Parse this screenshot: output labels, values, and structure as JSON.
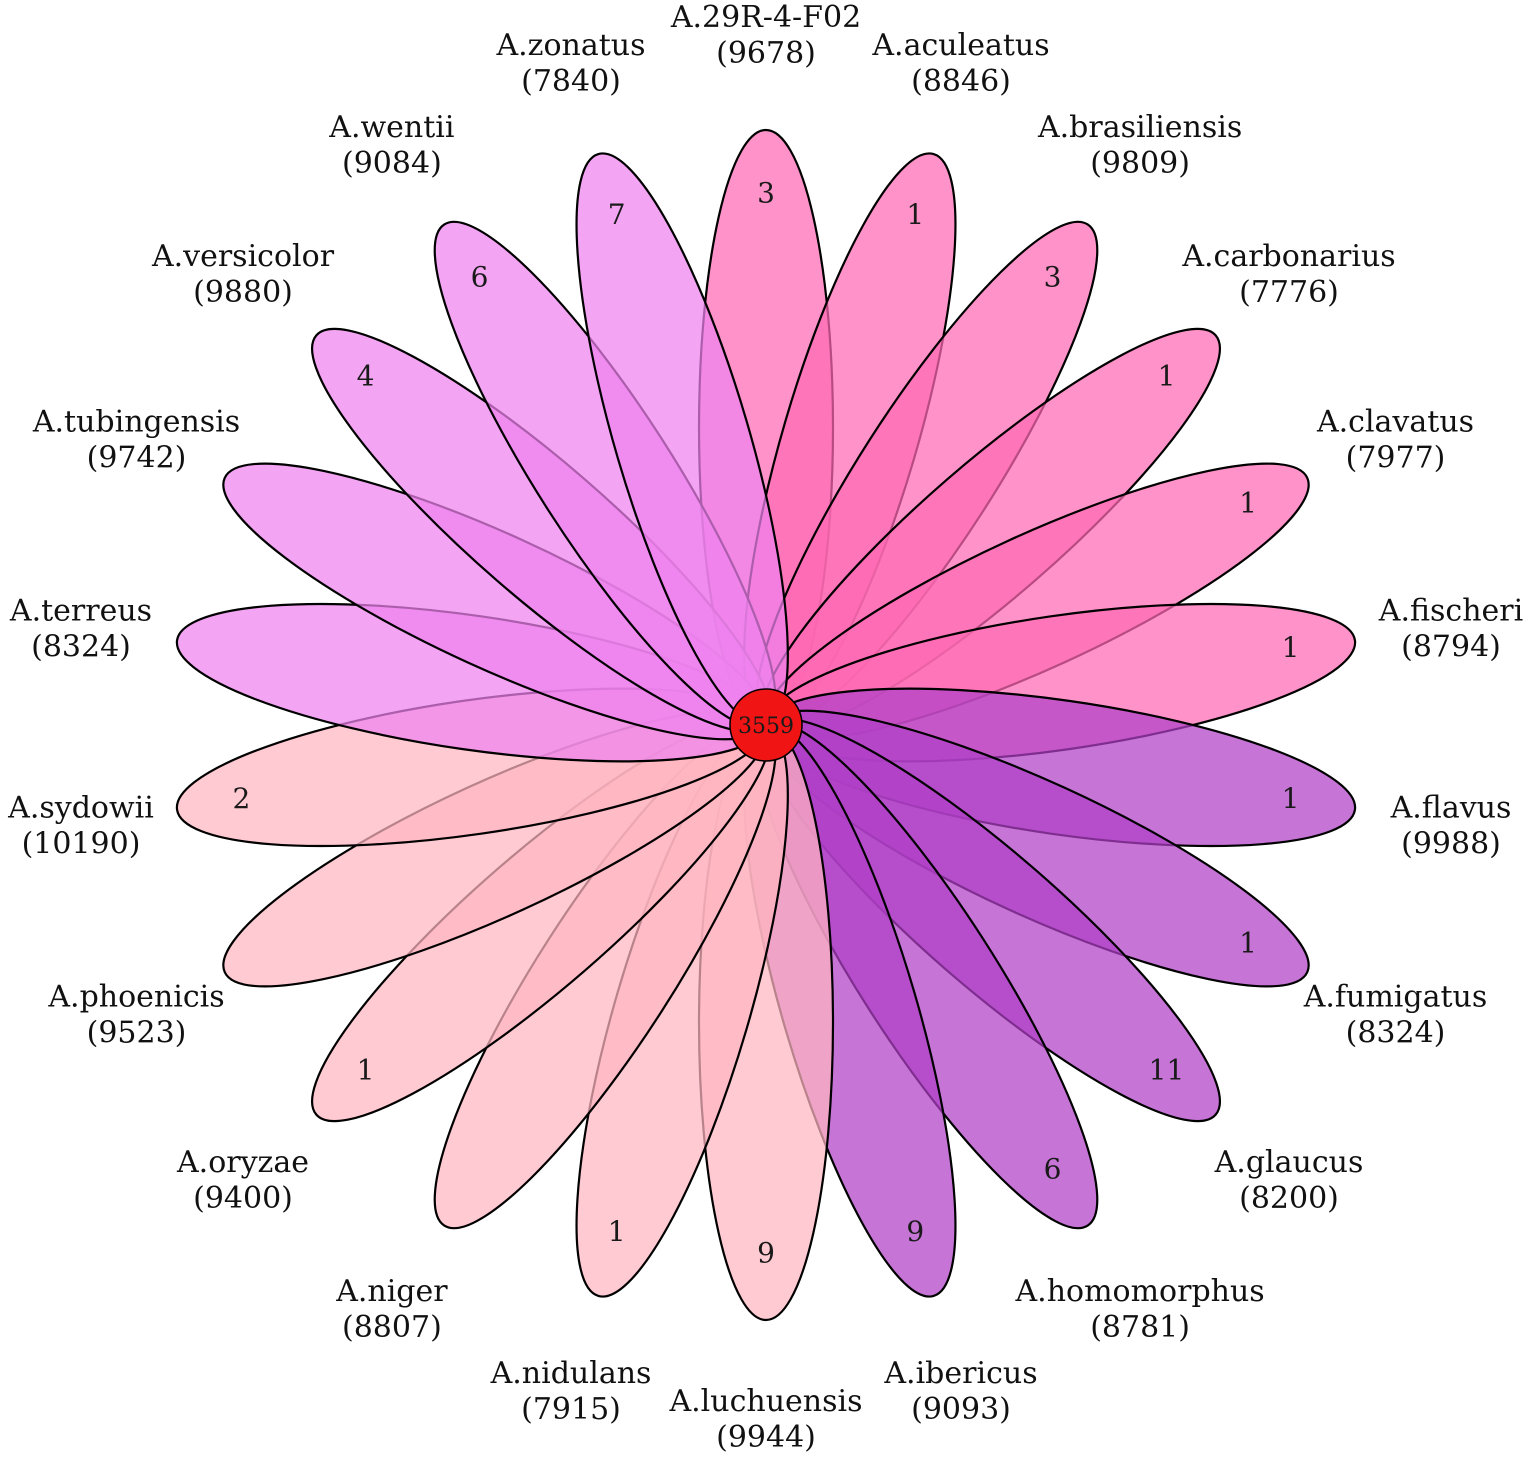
{
  "core": {
    "value": "3559",
    "color": "#f01414"
  },
  "petals": [
    {
      "species": "A.29R-4-F02",
      "total": "(9678)",
      "unique": "3",
      "color": "#ff69b4"
    },
    {
      "species": "A.aculeatus",
      "total": "(8846)",
      "unique": "1",
      "color": "#ff69b4"
    },
    {
      "species": "A.brasiliensis",
      "total": "(9809)",
      "unique": "3",
      "color": "#ff69b4"
    },
    {
      "species": "A.carbonarius",
      "total": "(7776)",
      "unique": "1",
      "color": "#ff69b4"
    },
    {
      "species": "A.clavatus",
      "total": "(7977)",
      "unique": "1",
      "color": "#ff69b4"
    },
    {
      "species": "A.fischeri",
      "total": "(8794)",
      "unique": "1",
      "color": "#ff69b4"
    },
    {
      "species": "A.flavus",
      "total": "(9988)",
      "unique": "1",
      "color": "#b040c8"
    },
    {
      "species": "A.fumigatus",
      "total": "(8324)",
      "unique": "1",
      "color": "#b040c8"
    },
    {
      "species": "A.glaucus",
      "total": "(8200)",
      "unique": "11",
      "color": "#b040c8"
    },
    {
      "species": "A.homomorphus",
      "total": "(8781)",
      "unique": "6",
      "color": "#b040c8"
    },
    {
      "species": "A.ibericus",
      "total": "(9093)",
      "unique": "9",
      "color": "#b040c8"
    },
    {
      "species": "A.luchuensis",
      "total": "(9944)",
      "unique": "9",
      "color": "#ffb6c1"
    },
    {
      "species": "A.nidulans",
      "total": "(7915)",
      "unique": "1",
      "color": "#ffb6c1"
    },
    {
      "species": "A.niger",
      "total": "(8807)",
      "unique": "",
      "color": "#ffb6c1"
    },
    {
      "species": "A.oryzae",
      "total": "(9400)",
      "unique": "1",
      "color": "#ffb6c1"
    },
    {
      "species": "A.phoenicis",
      "total": "(9523)",
      "unique": "",
      "color": "#ffb6c1"
    },
    {
      "species": "A.sydowii",
      "total": "(10190)",
      "unique": "2",
      "color": "#ffb6c1"
    },
    {
      "species": "A.terreus",
      "total": "(8324)",
      "unique": "",
      "color": "#ee82ee"
    },
    {
      "species": "A.tubingensis",
      "total": "(9742)",
      "unique": "",
      "color": "#ee82ee"
    },
    {
      "species": "A.versicolor",
      "total": "(9880)",
      "unique": "4",
      "color": "#ee82ee"
    },
    {
      "species": "A.wentii",
      "total": "(9084)",
      "unique": "6",
      "color": "#ee82ee"
    },
    {
      "species": "A.zonatus",
      "total": "(7840)",
      "unique": "7",
      "color": "#ee82ee"
    }
  ]
}
